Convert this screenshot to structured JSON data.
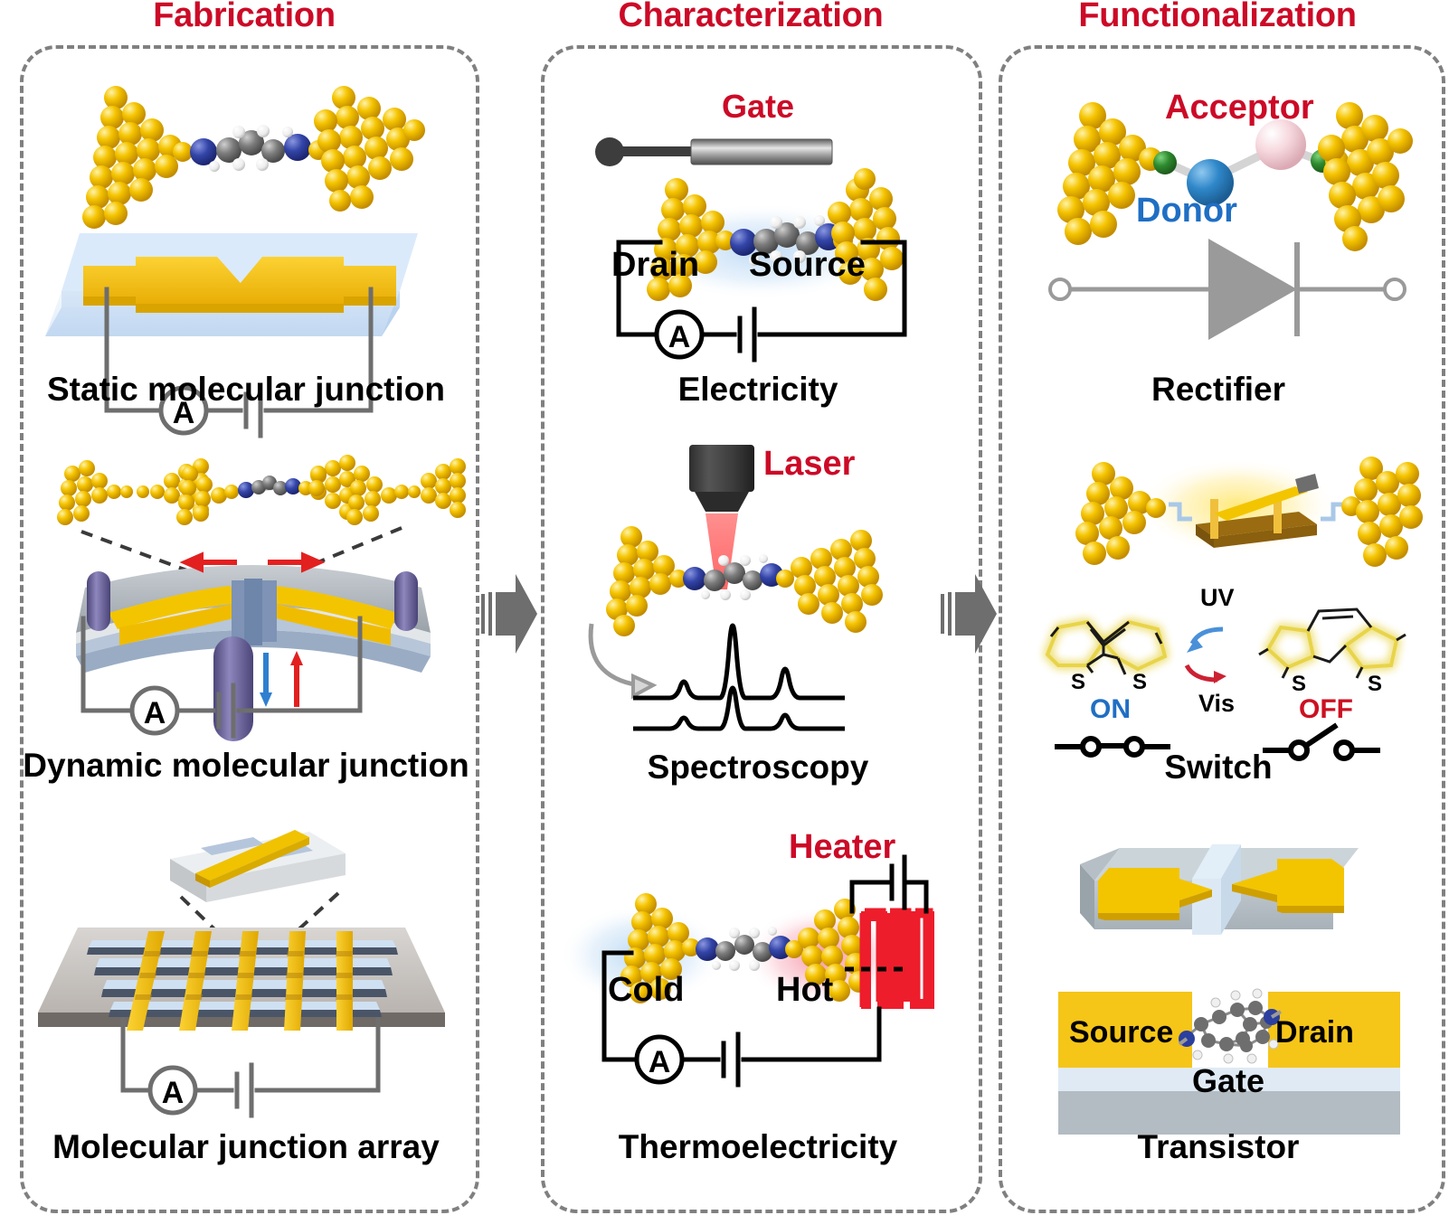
{
  "figure": {
    "title": "Molecular electronics workflow: fabrication, characterization, functionalization",
    "colors": {
      "header_red": "#cc0a27",
      "gold": "#f2c200",
      "gold_dark": "#d9a400",
      "gold_light": "#ffe066",
      "substrate_blue": "#c9dcf2",
      "substrate_blue_light": "#e3eefb",
      "gray_metal": "#b3bcc2",
      "gray_arrow": "#6e6e6e",
      "nitrogen_blue": "#2b3f9e",
      "carbon_gray": "#707070",
      "hydrogen_white": "#f2f2f2",
      "donor_blue": "#2f87c9",
      "acceptor_pink": "#f6d2d8",
      "anchor_green": "#2e8b2e",
      "hot_red": "#e8324a",
      "cold_blue": "#bdd7ef",
      "purple_rod": "#615b96",
      "dashed_gray": "#808080",
      "on_blue": "#1f6fc4",
      "off_red": "#cc1122",
      "switch_glow": "#ffe873"
    },
    "columns": [
      {
        "id": "fabrication",
        "header": "Fabrication"
      },
      {
        "id": "characterization",
        "header": "Characterization"
      },
      {
        "id": "functionalization",
        "header": "Functionalization"
      }
    ],
    "flow_arrows": [
      {
        "id": "arrow-fab-to-char",
        "from": "fabrication",
        "to": "characterization"
      },
      {
        "id": "arrow-char-to-func",
        "from": "characterization",
        "to": "functionalization"
      }
    ],
    "panels": {
      "static_junction": {
        "caption": "Static molecular junction",
        "meter_label": "A"
      },
      "dynamic_junction": {
        "caption": "Dynamic molecular junction",
        "meter_label": "A"
      },
      "junction_array": {
        "caption": "Molecular junction array",
        "meter_label": "A"
      },
      "electricity": {
        "caption": "Electricity",
        "gate_label": "Gate",
        "drain_label": "Drain",
        "source_label": "Source",
        "meter_label": "A"
      },
      "spectroscopy": {
        "caption": "Spectroscopy",
        "laser_label": "Laser",
        "spectra": [
          {
            "peaks": [
              0.22,
              1.0,
              0.42
            ]
          },
          {
            "peaks": [
              0.13,
              0.6,
              0.18
            ]
          }
        ]
      },
      "thermoelectricity": {
        "caption": "Thermoelectricity",
        "heater_label": "Heater",
        "cold_label": "Cold",
        "hot_label": "Hot",
        "meter_label": "A"
      },
      "rectifier": {
        "caption": "Rectifier",
        "acceptor_label": "Acceptor",
        "donor_label": "Donor"
      },
      "switch": {
        "caption": "Switch",
        "uv_label": "UV",
        "vis_label": "Vis",
        "on_label": "ON",
        "off_label": "OFF",
        "sulfur_label": "S"
      },
      "transistor": {
        "caption": "Transistor",
        "source_label": "Source",
        "drain_label": "Drain",
        "gate_label": "Gate"
      }
    }
  }
}
